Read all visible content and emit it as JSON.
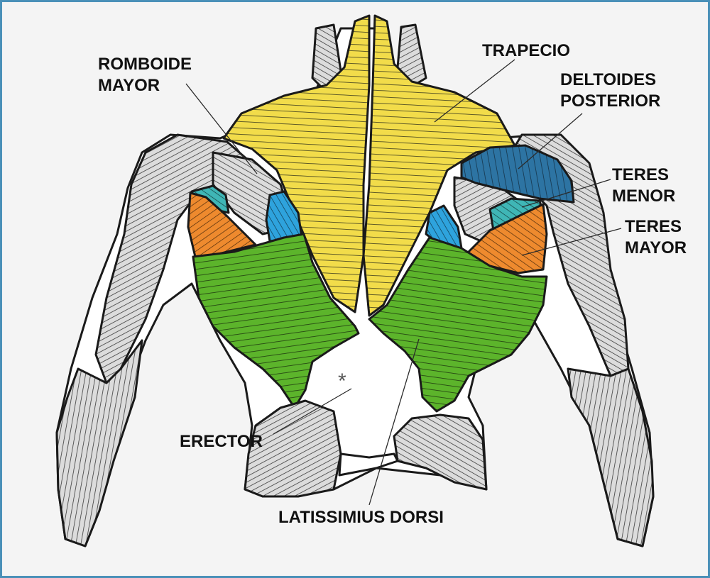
{
  "labels": {
    "romboide_line1": "ROMBOIDE",
    "romboide_line2": "MAYOR",
    "trapecio": "TRAPECIO",
    "deltoides_line1": "DELTOIDES",
    "deltoides_line2": "POSTERIOR",
    "teres_menor_line1": "TERES",
    "teres_menor_line2": "MENOR",
    "teres_mayor_line1": "TERES",
    "teres_mayor_line2": "MAYOR",
    "erector": "ERECTOR",
    "latissimius": "LATISSIMIUS DORSI",
    "asterisk": "*"
  },
  "colors": {
    "frame_border": "#4a90b8",
    "background": "#f4f4f4",
    "skin_base": "#e9e9e9",
    "muscle_gray": "#dcdcdc",
    "trapecio": "#f2dc4a",
    "latissimus": "#5cb42b",
    "deltoid_posterior": "#2d74a3",
    "rhomboid": "#2ea3dd",
    "teres_minor": "#3fb6b6",
    "teres_major": "#ee8a2e",
    "stripe": "#333333"
  }
}
